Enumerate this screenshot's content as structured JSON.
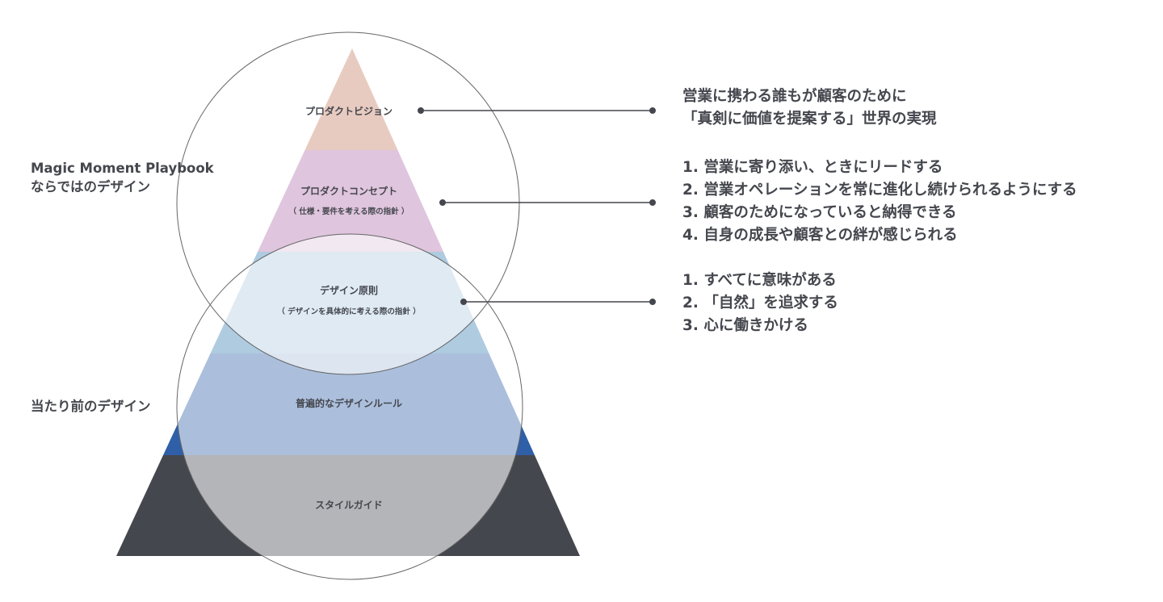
{
  "left_labels": {
    "top_line1": "Magic Moment Playbook",
    "top_line2": "ならではのデザイン",
    "bottom": "当たり前のデザイン"
  },
  "pyramid": {
    "layers": [
      {
        "label": "プロダクトビジョン",
        "sub": null,
        "color": "#e8cbc0"
      },
      {
        "label": "プロダクトコンセプト",
        "sub": "（ 仕様・要件を考える際の指針 ）",
        "color": "#dfc5dd"
      },
      {
        "label": "デザイン原則",
        "sub": "（ デザインを具体的に考える際の指針 ）",
        "color": "#aecbe0"
      },
      {
        "label": "普遍的なデザインルール",
        "sub": null,
        "color": "#2f5fa7"
      },
      {
        "label": "スタイルガイド",
        "sub": null,
        "color": "#45474e"
      }
    ]
  },
  "descriptions": {
    "vision": [
      "営業に携わる誰もが顧客のために",
      "「真剣に価値を提案する」世界の実現"
    ],
    "concept": [
      "1. 営業に寄り添い、ときにリードする",
      "2. 営業オペレーションを常に進化し続けられるようにする",
      "3. 顧客のためになっていると納得できる",
      "4. 自身の成長や顧客との絆が感じられる"
    ],
    "principles": [
      "1. すべてに意味がある",
      "2. 「自然」を追求する",
      "3. 心に働きかける"
    ]
  },
  "colors": {
    "text": "#45474e",
    "line": "#45474e"
  }
}
